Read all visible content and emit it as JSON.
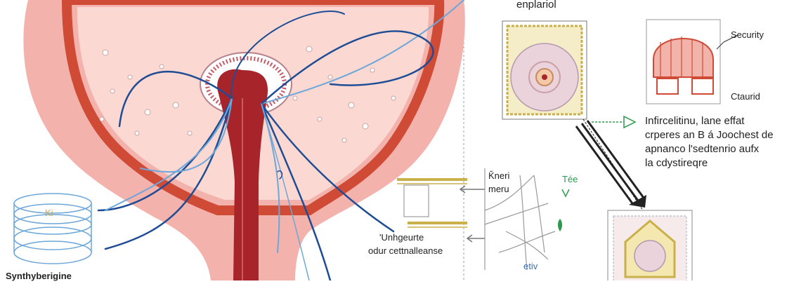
{
  "labels": {
    "top_header": "enplariol",
    "security": "Security",
    "ctaurid": "Ctaurid",
    "note_line1": "Infircelitinu, lane effat",
    "note_line2": "crperes an B á Joochest de",
    "note_line3": "apnanco l'sedtenrio aufx",
    "note_line4": "la cdystireqre",
    "oneri": "Ǩneri",
    "meru": "meru",
    "tee": "Tée",
    "unhgeurte": "'Unhgeurte",
    "cettnalleanse": "odur cettnalleanse",
    "ktiv": "etiv",
    "ki": "Ki",
    "bottom_left": "Synthyberigine"
  },
  "colors": {
    "organ_outer": "#f3b2ac",
    "organ_wall": "#cf4b36",
    "organ_inner": "#fbd9d2",
    "central_duct": "#a8242b",
    "nerve_dark": "#1f4d95",
    "nerve_light": "#6da7d9",
    "inset_gold": "#c9b04a",
    "inset_pink": "#ead3da",
    "green_arrow": "#2e9a4e"
  },
  "icons": [
    "green-arrow-icon",
    "chevron-arrow-icon",
    "leaf-icon",
    "down-arrow-icon"
  ]
}
